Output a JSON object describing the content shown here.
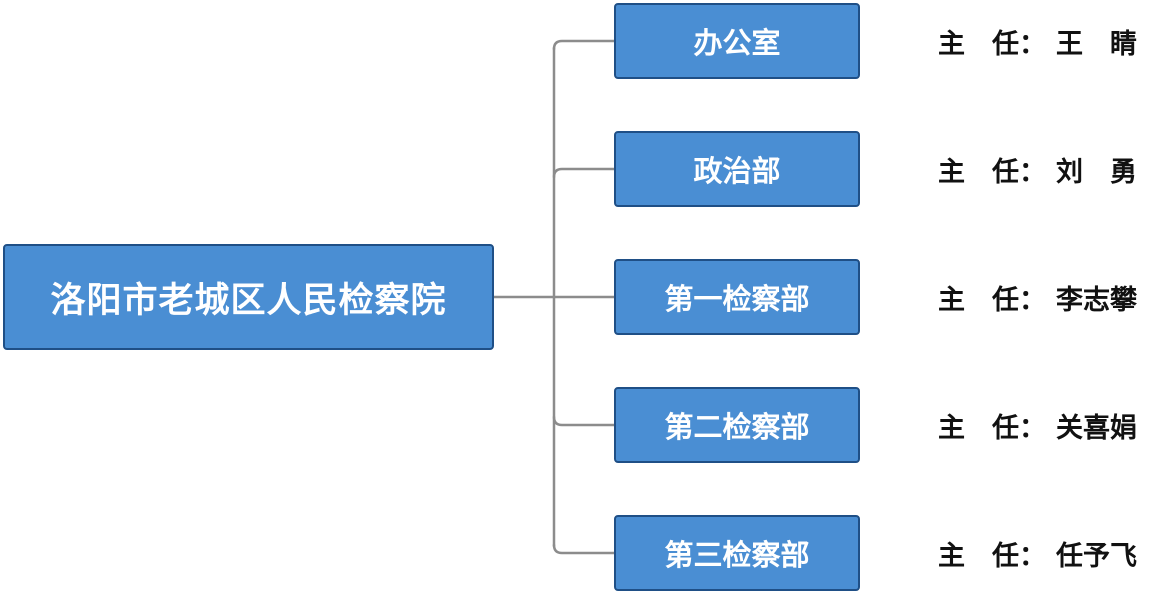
{
  "root": {
    "label": "洛阳市老城区人民检察院"
  },
  "departments": [
    {
      "name": "办公室",
      "director_label": "主　任：",
      "director_name": "王　睛"
    },
    {
      "name": "政治部",
      "director_label": "主　任：",
      "director_name": "刘　勇"
    },
    {
      "name": "第一检察部",
      "director_label": "主　任：",
      "director_name": "李志攀"
    },
    {
      "name": "第二检察部",
      "director_label": "主　任：",
      "director_name": "关喜娟"
    },
    {
      "name": "第三检察部",
      "director_label": "主　任：",
      "director_name": "任予飞"
    }
  ],
  "colors": {
    "box_fill": "#4a8ed3",
    "box_border": "#1f4f86",
    "connector": "#8c8c8c",
    "text_on_box": "#ffffff",
    "director_text": "#111111"
  }
}
